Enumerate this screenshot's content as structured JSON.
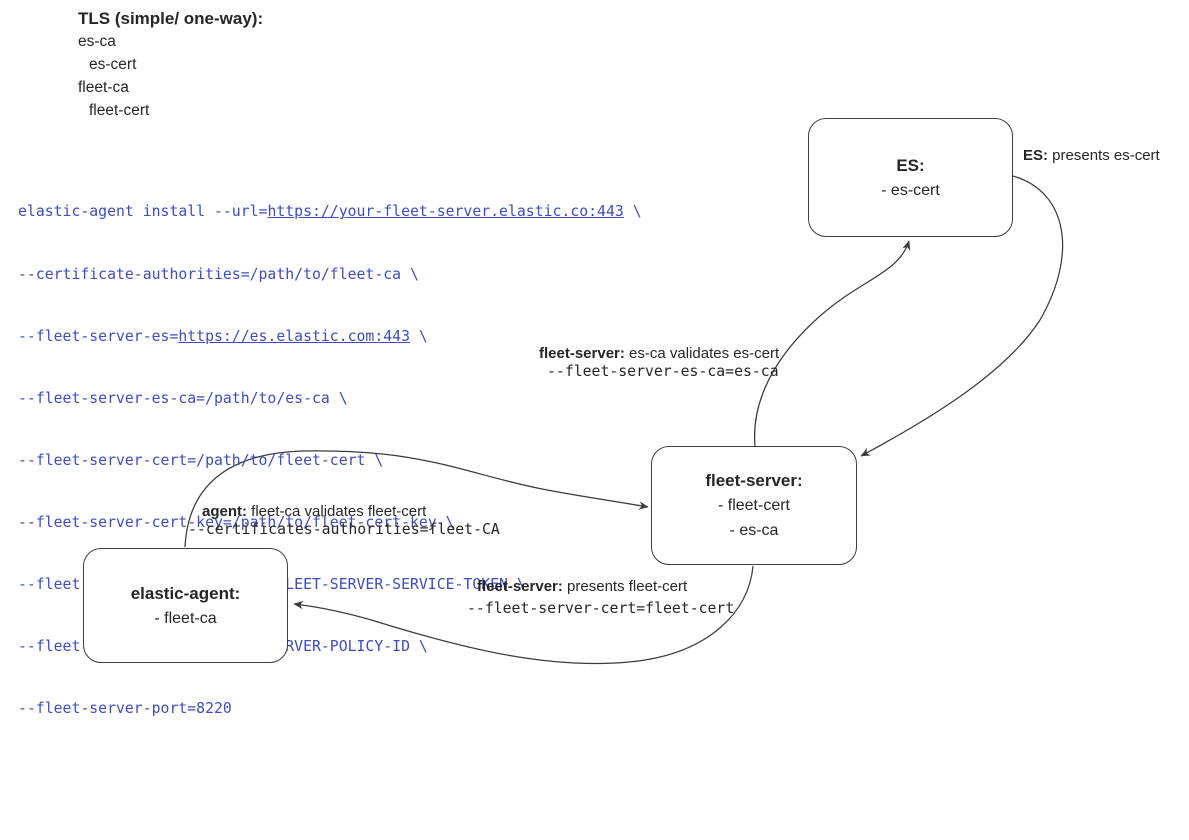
{
  "colors": {
    "ink": "#262626",
    "line": "#3b3b3b",
    "code_blue": "#3e4cc0",
    "paper": "#ffffff"
  },
  "legend": {
    "title": "TLS (simple/ one-way):",
    "item1": "es-ca",
    "item2": "es-cert",
    "item3": "fleet-ca",
    "item4": "fleet-cert"
  },
  "command": {
    "line1_pre": "elastic-agent install --url=",
    "line1_url": "https://your-fleet-server.elastic.co:443",
    "line1_post": " \\",
    "line2": "--certificate-authorities=/path/to/fleet-ca \\",
    "line3_pre": "--fleet-server-es=",
    "line3_url": "https://es.elastic.com:443",
    "line3_post": " \\",
    "line4": "--fleet-server-es-ca=/path/to/es-ca \\",
    "line5": "--fleet-server-cert=/path/to/fleet-cert \\",
    "line6": "--fleet-server-cert-key=/path/to/fleet-cert-key \\",
    "line7": "--fleet-server-service-token=FLEET-SERVER-SERVICE-TOKEN \\",
    "line8": "--fleet-server-policy=FLEET-SERVER-POLICY-ID \\",
    "line9": "--fleet-server-port=8220"
  },
  "nodes": {
    "es": {
      "title": "ES:",
      "item1": "- es-cert"
    },
    "fleet": {
      "title": "fleet-server:",
      "item1": "- fleet-cert",
      "item2": "- es-ca"
    },
    "agent": {
      "title": "elastic-agent:",
      "item1": "- fleet-ca"
    }
  },
  "edge_labels": {
    "es_presents": {
      "bold": "ES:",
      "rest": " presents es-cert"
    },
    "fleet_validates": {
      "bold": "fleet-server:",
      "rest": " es-ca validates es-cert",
      "code": "--fleet-server-es-ca=es-ca"
    },
    "agent_validates": {
      "bold": "agent:",
      "rest": " fleet-ca validates fleet-cert",
      "code": "--certificates-authorities=fleet-CA"
    },
    "fleet_presents": {
      "bold": "fleet-server:",
      "rest": " presents fleet-cert",
      "code": "--fleet-server-cert=fleet-cert"
    }
  }
}
